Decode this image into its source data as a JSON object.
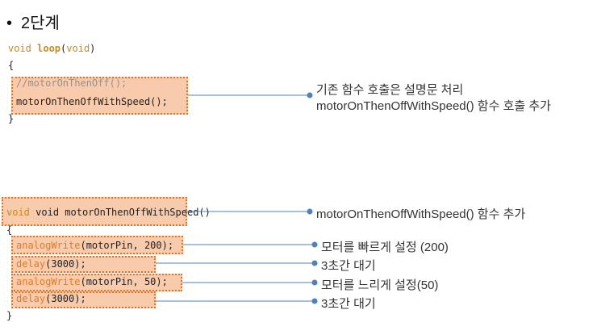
{
  "slide": {
    "bullet": "•",
    "title": "2단계"
  },
  "block1": {
    "signature": [
      "void ",
      "loop",
      "(",
      "void",
      ")"
    ],
    "open_brace": "{",
    "line_commented": "//motorOnThenOff();",
    "line_call": "motorOnThenOffWithSpeed();",
    "close_brace": "}"
  },
  "block2": {
    "signature": "void motorOnThenOffWithSpeed()",
    "open_brace": "{",
    "lines": [
      {
        "fn": "analogWrite",
        "args": "(motorPin, 200);"
      },
      {
        "fn": "delay",
        "args": "(3000);"
      },
      {
        "fn": "analogWrite",
        "args": "(motorPin, 50);"
      },
      {
        "fn": "delay",
        "args": "(3000);"
      }
    ],
    "close_brace": "}"
  },
  "annotations": {
    "a1_line1": "기존 함수 호출은 설명문 처리",
    "a1_line2": "motorOnThenOffWithSpeed() 함수 호출 추가",
    "a2": "motorOnThenOffWithSpeed() 함수 추가",
    "a3": "모터를 빠르게 설정 (200)",
    "a4": "3초간 대기",
    "a5": "모터를 느리게 설정(50)",
    "a6": "3초간 대기"
  },
  "colors": {
    "highlight_fill": "#f8cbad",
    "highlight_border": "#e8731f",
    "connector": "#4f81bd",
    "keyword": "#c98a1e"
  }
}
